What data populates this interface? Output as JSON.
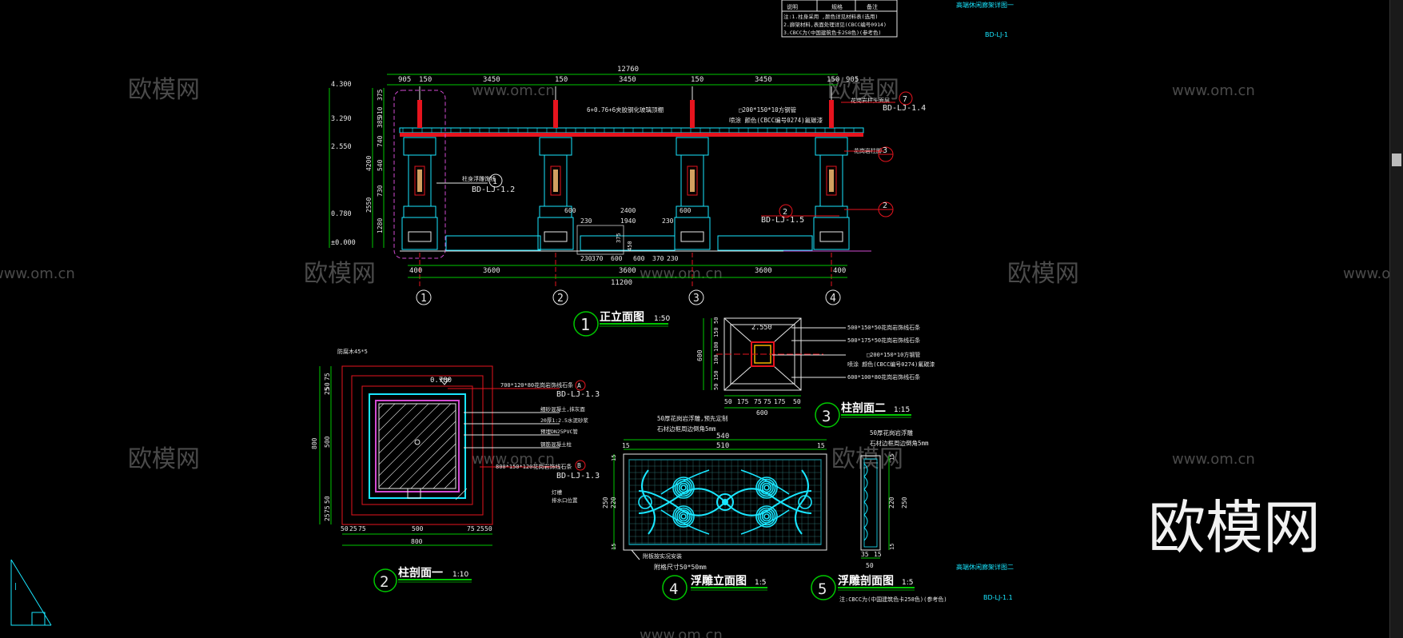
{
  "colors": {
    "background": "#000000",
    "dim_line": "#00c800",
    "outline": "#e8e8e8",
    "cyan": "#19e6ff",
    "red": "#e6141e",
    "magenta": "#d24bd2",
    "grey_watermark": "#4a4a4a"
  },
  "watermarks": {
    "cn": "欧模网",
    "url": "www.om.cn",
    "big": "欧模网"
  },
  "title_block": {
    "notes_header": [
      "说明",
      "规格",
      "备注"
    ],
    "notes": [
      "注:1.柱身采用 ,颜色详见材料表(选用)",
      "2.廊架材料,表面处理详见(CBCC编号0914)",
      "3.CBCC为(中国建筑色卡258色)(参考色)"
    ],
    "sheet_title_top": "高端休闲廊架详图一",
    "sheet_no_top": "BD-LJ-1",
    "sheet_title_bottom": "高端休闲廊架详图二",
    "sheet_no_bottom": "BD-LJ-1.1"
  },
  "elevation": {
    "overall_top": "12760",
    "top_dims": [
      "905",
      "150",
      "3450",
      "150",
      "3450",
      "150",
      "3450",
      "150",
      "905"
    ],
    "levels": [
      "4.300",
      "3.290",
      "2.550",
      "0.780",
      "±0.000"
    ],
    "left_dims": [
      "910",
      "385",
      "375",
      "740",
      "540",
      "730",
      "1280"
    ],
    "left_total_dims": [
      "4200",
      "2550"
    ],
    "bottom_dims": [
      "400",
      "3600",
      "3600",
      "3600",
      "400"
    ],
    "overall_bottom": "11200",
    "axes": [
      "1",
      "2",
      "3",
      "4"
    ],
    "notes": [
      "6+0.76+6夹胶钢化玻璃顶棚",
      "□200*150*10方钢管",
      "喷涂 颜色(CBCC编号0274)氟碳漆",
      "花岗岩柱头面层",
      "柱身浮雕饰线",
      "花岗岩柱脚"
    ],
    "callouts": [
      {
        "num": "7",
        "ref": "BD-LJ-1.4"
      },
      {
        "num": "1",
        "ref": "BD-LJ-1.2"
      },
      {
        "num": "2",
        "ref": "BD-LJ-1.5"
      },
      {
        "num": "3",
        "ref": ""
      },
      {
        "num": "2",
        "ref": ""
      }
    ],
    "bench_dims": {
      "w600a": "600",
      "span": "2400",
      "w600b": "600",
      "d230a": "230",
      "inner": "1940",
      "d230b": "230",
      "h375": "375",
      "h450": "450",
      "sub": [
        "230",
        "370",
        "600",
        "600",
        "370",
        "230"
      ],
      "total": "3600"
    },
    "label": "正立面图",
    "scale": "1:50",
    "num": "1"
  },
  "section1": {
    "label": "柱剖面一",
    "scale": "1:10",
    "num": "2",
    "level": "0.780",
    "top_note": "防腐木45*5",
    "notes": [
      "700*120*80花岗岩饰线石条",
      "细砂混凝土,抹灰面",
      "20厚1:2.5水泥砂浆",
      "预埋DN25PVC管",
      "钢筋混凝土柱",
      "800*150*120花岗岩饰线石条",
      "灯槽",
      "排水口位置"
    ],
    "callouts": [
      {
        "num": "A",
        "ref": "BD-LJ-1.3"
      },
      {
        "num": "B",
        "ref": "BD-LJ-1.3"
      }
    ],
    "left_dims": [
      "75",
      "25",
      "50",
      "500",
      "50",
      "75",
      "25"
    ],
    "left_total": "800",
    "bottom_dims": [
      "50",
      "25",
      "75",
      "500",
      "75",
      "25",
      "50"
    ],
    "bottom_total": "800"
  },
  "section2": {
    "label": "柱剖面二",
    "scale": "1:15",
    "num": "3",
    "level": "2.550",
    "notes": [
      "500*150*50花岗岩饰线石条",
      "500*175*50花岗岩饰线石条",
      "□200*150*10方钢管",
      "喷涂 颜色(CBCC编号0274)氟碳漆",
      "600*100*80花岗岩饰线石条"
    ],
    "left_dims": [
      "50",
      "150",
      "100",
      "100",
      "150",
      "50"
    ],
    "left_total": "600",
    "bottom_dims": [
      "50",
      "175",
      "75",
      "75",
      "175",
      "50"
    ],
    "bottom_total": "600"
  },
  "relief_elev": {
    "label": "浮雕立面图",
    "scale": "1:5",
    "num": "4",
    "top_total": "540",
    "top_inner": "510",
    "top_side": "15",
    "note_top_1": "50厚花岗岩浮雕,预先定制",
    "note_top_2": "石材边框周边倒角5mm",
    "left_dims": [
      "15",
      "250",
      "220",
      "15"
    ],
    "note_bottom_1": "附板按实况安装",
    "note_bottom_2": "附格尺寸50*50mm"
  },
  "relief_sec": {
    "label": "浮雕剖面图",
    "scale": "1:5",
    "num": "5",
    "note_1": "50厚花岗岩浮雕",
    "note_2": "石材边框周边倒角5mm",
    "dims_right": [
      "15",
      "250",
      "220",
      "15"
    ],
    "bottom_dims": [
      "35",
      "15"
    ],
    "bottom_total": "50",
    "material_note": "注:CBCC为(中国建筑色卡258色)(参考色)"
  }
}
